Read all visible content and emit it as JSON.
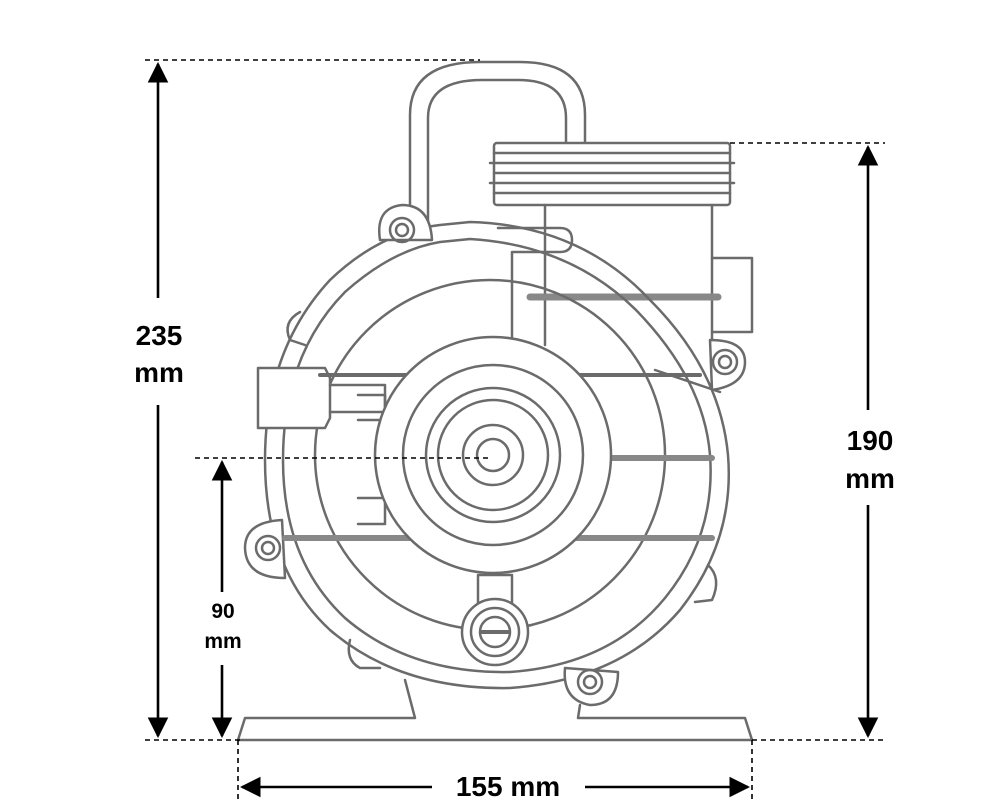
{
  "dimensions": {
    "overall_height": {
      "value": "235",
      "unit": "mm"
    },
    "outlet_height": {
      "value": "190",
      "unit": "mm"
    },
    "shaft_height": {
      "value": "90",
      "unit": "mm"
    },
    "base_width": {
      "value": "155 mm"
    }
  },
  "colors": {
    "outline": "#6b6b6b",
    "dimension": "#000000",
    "background": "#ffffff"
  }
}
